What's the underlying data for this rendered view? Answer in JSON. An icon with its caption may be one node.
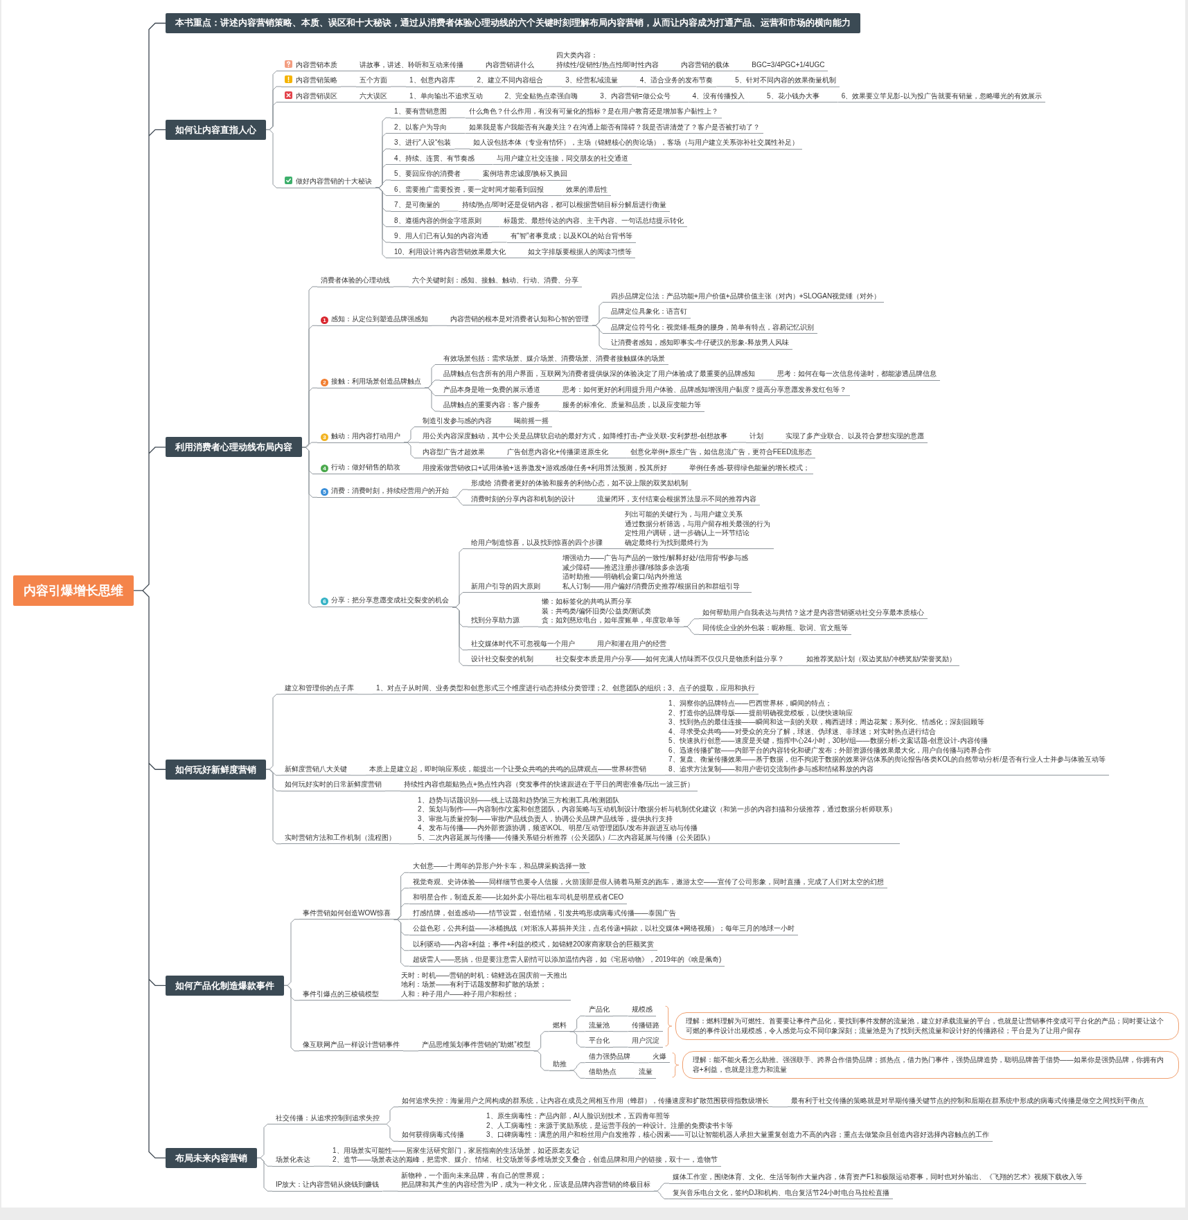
{
  "diagram": {
    "nodes": [
      {
        "text": [
          "内容引爆增长思维"
        ]
      },
      {
        "text": [
          "本书重点：讲述内容营销策略、本质、误区和十大秘诀，通过从消费者体验心理动线的六个关键时刻理解布局内容营销，从而让内容成为打通产品、运营和市场的横向能力"
        ]
      },
      {
        "text": [
          "如何让内容直指人心"
        ]
      },
      {
        "text": [
          "内容营销本质"
        ]
      },
      {
        "text": [
          "讲故事，讲述、聆听和互动来传播"
        ]
      },
      {
        "text": [
          "内容营销讲什么"
        ]
      },
      {
        "text": [
          "四大类内容：",
          "持续性/促销性/热点性/即时性内容"
        ]
      },
      {
        "text": [
          "内容营销的载体"
        ]
      },
      {
        "text": [
          "BGC=3/4PGC+1/4UGC"
        ]
      },
      {
        "text": [
          "内容营销策略"
        ]
      },
      {
        "text": [
          "五个方面"
        ]
      },
      {
        "text": [
          "1、创意内容库"
        ]
      },
      {
        "text": [
          "2、建立不同内容组合"
        ]
      },
      {
        "text": [
          "3、经营私域流量"
        ]
      },
      {
        "text": [
          "4、适合业务的发布节奏"
        ]
      },
      {
        "text": [
          "5、针对不同内容的效果衡量机制"
        ]
      },
      {
        "text": [
          "内容营销误区"
        ]
      },
      {
        "text": [
          "六大误区"
        ]
      },
      {
        "text": [
          "1、单向输出不追求互动"
        ]
      },
      {
        "text": [
          "2、完全贴热点牵强自嗨"
        ]
      },
      {
        "text": [
          "3、内容营销=做公众号"
        ]
      },
      {
        "text": [
          "4、没有传播投入"
        ]
      },
      {
        "text": [
          "5、花小钱办大事"
        ]
      },
      {
        "text": [
          "6、效果要立竿见影-以为投广告就要有销量，忽略曝光的有效展示"
        ]
      },
      {
        "text": [
          "做好内容营销的十大秘诀"
        ]
      },
      {
        "text": [
          "1、要有营销意图"
        ]
      },
      {
        "text": [
          "什么角色？什么作用，有没有可量化的指标？是在用户教育还是增加客户黏性上？"
        ]
      },
      {
        "text": [
          "2、以客户为导向"
        ]
      },
      {
        "text": [
          "如果我是客户我能否有兴趣关注？在沟通上能否有障碍？我是否讲清楚了？客户是否被打动了？"
        ]
      },
      {
        "text": [
          "3、进行“人设“包装"
        ]
      },
      {
        "text": [
          "如人设包括本体（专业有情怀），主场（锦鲤核心的舆论场），客场（与用户建立关系弥补社交属性补足）"
        ]
      },
      {
        "text": [
          "4、持续、连贯、有节奏感"
        ]
      },
      {
        "text": [
          "与用户建立社交连接，同交朋友的社交通道"
        ]
      },
      {
        "text": [
          "5、要回应你的消费者"
        ]
      },
      {
        "text": [
          "案例培养忠诚度/换标又换回"
        ]
      },
      {
        "text": [
          "6、需要推广需要投资，要一定时间才能看到回报"
        ]
      },
      {
        "text": [
          "效果的滞后性"
        ]
      },
      {
        "text": [
          "7、是可衡量的"
        ]
      },
      {
        "text": [
          "持续/热点/即时还是促销内容，都可以根据营销目标分解后进行衡量"
        ]
      },
      {
        "text": [
          "8、遵循内容的倒金字塔原则"
        ]
      },
      {
        "text": [
          "标题党、最想传达的内容、主干内容、一句话总结提示转化"
        ]
      },
      {
        "text": [
          "9、用人们已有认知的内容沟通"
        ]
      },
      {
        "text": [
          "有“智”者事竟成；以及KOL的站台背书等"
        ]
      },
      {
        "text": [
          "10、利用设计将内容营销效果最大化"
        ]
      },
      {
        "text": [
          "如文字排版要根据人的阅读习惯等"
        ]
      },
      {
        "text": [
          "利用消费者心理动线布局内容"
        ]
      },
      {
        "text": [
          "消费者体验的心理动线"
        ]
      },
      {
        "text": [
          "六个关键时刻：感知、接触、触动、行动、消费、分享"
        ]
      },
      {
        "text": [
          "1",
          "感知：从定位到塑造品牌强感知"
        ]
      },
      {
        "text": [
          "内容营销的根本是对消费者认知和心智的管理"
        ]
      },
      {
        "text": [
          "四步品牌定位法：产品功能+用户价值+品牌价值主张（对内）+SLOGAN视觉锤（对外）"
        ]
      },
      {
        "text": [
          "品牌定位具象化：语言钉"
        ]
      },
      {
        "text": [
          "品牌定位符号化：视觉锤-瓶身的腰身，简单有特点，容易记忆识别"
        ]
      },
      {
        "text": [
          "让消费者感知，感知即事实-牛仔硬汉的形象-释放男人风味"
        ]
      },
      {
        "text": [
          "2",
          "接触：利用场景创造品牌触点"
        ]
      },
      {
        "text": [
          "有效场景包括：需求场景、媒介场景、消费场景、消费者接触媒体的场景"
        ]
      },
      {
        "text": [
          "品牌触点包含所有的用户界面，互联网为消费者提供纵深的体验决定了用户体验成了最重要的品牌感知"
        ]
      },
      {
        "text": [
          "思考：如何在每一次信息传递时，都能渗透品牌信息"
        ]
      },
      {
        "text": [
          "产品本身是唯一免费的展示通道"
        ]
      },
      {
        "text": [
          "思考：如何更好的利用提升用户体验、品牌感知增强用户黏度？提高分享意愿发券发红包等？"
        ]
      },
      {
        "text": [
          "品牌触点的重要内容：客户服务"
        ]
      },
      {
        "text": [
          "服务的标准化、质量和品质，以及应变能力等"
        ]
      },
      {
        "text": [
          "3",
          "触动：用内容打动用户"
        ]
      },
      {
        "text": [
          "制造引发参与感的内容"
        ]
      },
      {
        "text": [
          "喝前摇一摇"
        ]
      },
      {
        "text": [
          "用公关内容深度触动，其中公关是品牌软启动的最好方式，如降维打击-产业关联-安利梦想-创想故事"
        ]
      },
      {
        "text": [
          "计划"
        ]
      },
      {
        "text": [
          "实现了多产业联合、以及符合梦想实现的意愿"
        ]
      },
      {
        "text": [
          "内容型广告才超效果"
        ]
      },
      {
        "text": [
          "广告创意内容化+传播渠道原生化"
        ]
      },
      {
        "text": [
          "创意化举例+原生广告，如信息流广告，更符合FEED流形态"
        ]
      },
      {
        "text": [
          "4",
          "行动：做好销售的助攻"
        ]
      },
      {
        "text": [
          "用搜索做营销收口+试用体验+送券激发+游戏感做任务+利用算法预测，投其所好"
        ]
      },
      {
        "text": [
          "举例任务感-获得绿色能量的增长模式；"
        ]
      },
      {
        "text": [
          "5",
          "消费：消费时刻，持续经营用户的开始"
        ]
      },
      {
        "text": [
          "形成给 消费者更好的体验和服务的利他心态，如不设上限的双奖励机制"
        ]
      },
      {
        "text": [
          "消费时刻的分享内容和机制的设计"
        ]
      },
      {
        "text": [
          "流量闭环，支付结束会根据算法显示不同的推荐内容"
        ]
      },
      {
        "text": [
          "6",
          "分享：把分享意愿变成社交裂变的机会"
        ]
      },
      {
        "text": [
          "给用户制造惊喜，以及找到惊喜的四个步骤"
        ]
      },
      {
        "text": [
          "列出可能的关键行为，与用户建立关系",
          "通过数据分析筛选，与用户留存相关最强的行为",
          "定性用户调研，进一步确认上一环节结论",
          "确定最终行为找到最终行为"
        ]
      },
      {
        "text": [
          "新用户引导的四大原则"
        ]
      },
      {
        "text": [
          "增强动力——广告与产品的一致性/解释好处/信用背书/参与感",
          "减少障碍——推迟注册步骤/移除多余选项",
          "适时助推——明确机会窗口/站内外推送",
          "私人订制——用户偏好/消费历史推荐/根据目的和群组引导"
        ]
      },
      {
        "text": [
          "找到分享助力源"
        ]
      },
      {
        "text": [
          "懒：如标签化的共鸣从而分享",
          "装：共鸣类/偏怀旧类/公益类/测试类",
          "贪：如刘慈欣电台，如年度账单，年度歌单等"
        ]
      },
      {
        "text": [
          "如何帮助用户自我表达与共情？这才是内容营销驱动社交分享最本质核心"
        ]
      },
      {
        "text": [
          "同传统企业的外包装：昵称瓶、歌词、官文瓶等"
        ]
      },
      {
        "text": [
          "社交媒体时代不可忽视每一个用户"
        ]
      },
      {
        "text": [
          "用户和潜在用户的经营"
        ]
      },
      {
        "text": [
          "设计社交裂变的机制"
        ]
      },
      {
        "text": [
          "社交裂变本质是用户分享——如何充满人情味而不仅仅只是物质利益分享？"
        ]
      },
      {
        "text": [
          "如推荐奖励计划（双边奖励/冲榜奖励/荣誉奖励）"
        ]
      },
      {
        "text": [
          "如何玩好新鲜度营销"
        ]
      },
      {
        "text": [
          "建立和管理你的点子库"
        ]
      },
      {
        "text": [
          "1、对点子从时间、业务类型和创意形式三个维度进行动态持续分类管理；2、创意团队的组织；3、点子的提取，应用和执行"
        ]
      },
      {
        "text": [
          "新鲜度营销八大关键"
        ]
      },
      {
        "text": [
          "本质上是建立起，即时响应系统，能提出一个让受众共鸣的共鸣的品牌观点——世界杯营销"
        ]
      },
      {
        "text": [
          "1、洞察你的品牌特点——巴西世界杯，瞬间的特点；",
          "2、打造你的品牌母版——提前明确视觉模板，以便快速响应",
          "3、找到热点的最佳连接——瞬间和这一刻的关联，梅西进球；周边花絮；系列化、情感化；深刻回顾等",
          "4、寻求受众共鸣——对受众的充分了解，球迷、伪球迷、非球迷；对实时热点进行结合",
          "5、快速执行创意——速度是关键，指挥中心24小时，30秒/组——数据分析-文案话题-创意设计-内容传播",
          "6、迅速传播扩散——内部平台的内容转化和硬广发布；外部资源传播效果最大化，用户自传播与跨界合作",
          "7、复盘、衡量传播效果——基于数据，但不拘泥于数据的效果评估体系的舆论报告/各类KOL的自然带动分析/是否有行业人士并参与体验互动等",
          "8、追求方法复制——和用户密切交流制作参与感和情绪释放的内容"
        ]
      },
      {
        "text": [
          "如何玩好实时的日常新鲜度营销"
        ]
      },
      {
        "text": [
          "持续性内容也能贴热点+热点性内容（突发事件的快速跟进在于平日的周密准备/玩出一波三折）"
        ]
      },
      {
        "text": [
          "实时营销方法和工作机制（流程图）"
        ]
      },
      {
        "text": [
          "1、趋势与话题识别——线上话题和趋势/第三方检测工具/检测团队",
          "2、策划与制作——内容制作/文案和创意团队，内容策略与互动机制设计/数据分析与机制优化建议（和第一步的内容扫描和分级推荐，通过数据分析师联系）",
          "3、审批与质量控制——审批/产品线负责人，协调公关品牌产品线等，提供执行支持",
          "4、发布与传播——内外部资源协调，频道\\KOL、明星/互动管理团队/发布并跟进互动与传播",
          "5、二次内容延展与传播——传播关系链分析推荐（公关团队）/二次内容延展与传播（公关团队）"
        ]
      },
      {
        "text": [
          "如何产品化制造爆款事件"
        ]
      },
      {
        "text": [
          "事件营销如何创造WOW惊喜"
        ]
      },
      {
        "text": [
          "大创意——十周年的异形户外卡车，和品牌采购选择一致"
        ]
      },
      {
        "text": [
          "视觉奇观、史诗体验——同样细节也要令人信服，火箭顶部是假人骑着马斯克的跑车，遨游太空——宣传了公司形象，同时直播，完成了人们对太空的幻想"
        ]
      },
      {
        "text": [
          "和明星合作，制造反差——比如外卖小哥/出租车司机是明星或者CEO"
        ]
      },
      {
        "text": [
          "打感情牌，创造感动——情节设置，创造情绪，引发共鸣形成病毒式传播——泰国广告"
        ]
      },
      {
        "text": [
          "公益色彩，公共利益——冰桶挑战（对渐冻人募捐并关注，点名传递+捐款，以社交媒体+网络视频）；每年三月的地球一小时"
        ]
      },
      {
        "text": [
          "以利驱动——内容+利益；事件+利益的模式，如锦鲤200家商家联合的巨额奖赏"
        ]
      },
      {
        "text": [
          "超级雷人——恶搞，但是要注意雷人剧情可以添加温情内容，如《宅居动物》，2019年的《啥是佩奇)"
        ]
      },
      {
        "text": [
          "事件引爆点的三棱镜模型"
        ]
      },
      {
        "text": [
          "天时：时机——营销的时机：锦鲤选在国庆前一天推出",
          "地利：场景——有利于话题发酵和扩散的场景；",
          "人和：种子用户——种子用户和粉丝；"
        ]
      },
      {
        "text": [
          "像互联网产品一样设计营销事件"
        ]
      },
      {
        "text": [
          "产品思维策划事件营销的“助燃”模型"
        ]
      },
      {
        "text": [
          "燃料"
        ]
      },
      {
        "text": [
          "产品化"
        ]
      },
      {
        "text": [
          "规模感"
        ]
      },
      {
        "text": [
          "流量池"
        ]
      },
      {
        "text": [
          "传播链路"
        ]
      },
      {
        "text": [
          "平台化"
        ]
      },
      {
        "text": [
          "用户沉淀"
        ]
      },
      {
        "text": [
          "理解：燃料理解为可燃性。首要要让事件产品化，要找到事件发酵的流量池，建立好承载流量的平台，也就是让营销事件变成可平台化的产品；同时要让这个可燃的事件设计出规模感，令人感觉与众不同印象深刻；流量池是为了找到天然流量和设计好的传播路径；平台是为了让用户留存"
        ]
      },
      {
        "text": [
          "助推"
        ]
      },
      {
        "text": [
          "借力强势品牌"
        ]
      },
      {
        "text": [
          "火爆"
        ]
      },
      {
        "text": [
          "借助热点"
        ]
      },
      {
        "text": [
          "流量"
        ]
      },
      {
        "text": [
          "理解：能不能火看怎么助推。强强联手、跨界合作借势品牌；抓热点，借力热门事件，强势品牌造势，聪明品牌善于借势——如果你是强势品牌，你拥有内容+利益，也就是注意力和流量"
        ]
      },
      {
        "text": [
          "布局未来内容营销"
        ]
      },
      {
        "text": [
          "社交传播：从追求控制到追求失控"
        ]
      },
      {
        "text": [
          "如何追求失控：海量用户之间构成的群系统，让内容在成员之间相互作用（蜂群），传播速度和扩散范围获得指数级增长"
        ]
      },
      {
        "text": [
          "最有利于社交传播的策略就是对早期传播关键节点的控制和后期在群系统中形成的病毒式传播是做空之间找到平衡点"
        ]
      },
      {
        "text": [
          "如何获得病毒式传播"
        ]
      },
      {
        "text": [
          "1、原生病毒性：产品内部，AI人脸识别技术，五四青年照等",
          "2、人工病毒性：来源于奖励系统，是运营手段的一种设计。注册的免费读书卡等",
          "3、口碑病毒性：满意的用户和粉丝用户自发推荐，核心因素——可以让智能机器人承担大量重复创造力不高的内容；重点去做繁杂且创造内容好选择内容触点的工作"
        ]
      },
      {
        "text": [
          "场景化表达"
        ]
      },
      {
        "text": [
          "1、用场景实可能性——居家生活研究部门，家居指南的生活场景，如还原老友记",
          "2、造节——场景表达的巅峰，把需求、媒介、情绪、社交场景等多维场景交叉叠合，创造品牌和用户的链接，双十一，造物节"
        ]
      },
      {
        "text": [
          "IP放大：让内容营销从烧钱到赚钱"
        ]
      },
      {
        "text": [
          "新物种，一个面向未来品牌，有自己的世界观；",
          "把品牌和其产生的内容经营为IP，成为一种文化，应该是品牌内容营销的终极目标"
        ]
      },
      {
        "text": [
          "媒体工作室，围绕体育、文化、生活等制作大量内容，体育资产F1和极限运动赛事，同时也对外输出、《飞翔的艺术》视频下载收入等"
        ]
      },
      {
        "text": [
          "复兴音乐电台文化，签约DJ和机构、电台复活节24小时电台马拉松直播"
        ]
      }
    ],
    "edges": [
      {
        "from": 0,
        "to": 1,
        "arrow": "none",
        "color": "#3c4650"
      },
      {
        "from": 0,
        "to": 2,
        "arrow": "none",
        "color": "#3c4650"
      },
      {
        "from": 2,
        "to": 3,
        "arrow": "none"
      },
      {
        "from": 3,
        "to": 4,
        "arrow": "none"
      },
      {
        "from": 4,
        "to": 5,
        "arrow": "none"
      },
      {
        "from": 5,
        "to": 6,
        "arrow": "none"
      },
      {
        "from": 6,
        "to": 7,
        "arrow": "none"
      },
      {
        "from": 7,
        "to": 8,
        "arrow": "none"
      },
      {
        "from": 2,
        "to": 9,
        "arrow": "none"
      },
      {
        "from": 9,
        "to": 10,
        "arrow": "none"
      },
      {
        "from": 10,
        "to": 11,
        "arrow": "none"
      },
      {
        "from": 11,
        "to": 12,
        "arrow": "none"
      },
      {
        "from": 12,
        "to": 13,
        "arrow": "none"
      },
      {
        "from": 13,
        "to": 14,
        "arrow": "none"
      },
      {
        "from": 14,
        "to": 15,
        "arrow": "none"
      },
      {
        "from": 2,
        "to": 16,
        "arrow": "none"
      },
      {
        "from": 16,
        "to": 17,
        "arrow": "none"
      },
      {
        "from": 17,
        "to": 18,
        "arrow": "none"
      },
      {
        "from": 18,
        "to": 19,
        "arrow": "none"
      },
      {
        "from": 19,
        "to": 20,
        "arrow": "none"
      },
      {
        "from": 20,
        "to": 21,
        "arrow": "none"
      },
      {
        "from": 21,
        "to": 22,
        "arrow": "none"
      },
      {
        "from": 22,
        "to": 23,
        "arrow": "none"
      },
      {
        "from": 2,
        "to": 24,
        "arrow": "none"
      },
      {
        "from": 24,
        "to": 25,
        "arrow": "none"
      },
      {
        "from": 25,
        "to": 26,
        "arrow": "none"
      },
      {
        "from": 24,
        "to": 27,
        "arrow": "none"
      },
      {
        "from": 27,
        "to": 28,
        "arrow": "none"
      },
      {
        "from": 24,
        "to": 29,
        "arrow": "none"
      },
      {
        "from": 29,
        "to": 30,
        "arrow": "none"
      },
      {
        "from": 24,
        "to": 31,
        "arrow": "none"
      },
      {
        "from": 31,
        "to": 32,
        "arrow": "none"
      },
      {
        "from": 24,
        "to": 33,
        "arrow": "none"
      },
      {
        "from": 33,
        "to": 34,
        "arrow": "none"
      },
      {
        "from": 24,
        "to": 35,
        "arrow": "none"
      },
      {
        "from": 35,
        "to": 36,
        "arrow": "none"
      },
      {
        "from": 24,
        "to": 37,
        "arrow": "none"
      },
      {
        "from": 37,
        "to": 38,
        "arrow": "none"
      },
      {
        "from": 24,
        "to": 39,
        "arrow": "none"
      },
      {
        "from": 39,
        "to": 40,
        "arrow": "none"
      },
      {
        "from": 24,
        "to": 41,
        "arrow": "none"
      },
      {
        "from": 41,
        "to": 42,
        "arrow": "none"
      },
      {
        "from": 24,
        "to": 43,
        "arrow": "none"
      },
      {
        "from": 43,
        "to": 44,
        "arrow": "none"
      },
      {
        "from": 0,
        "to": 45,
        "arrow": "none",
        "color": "#3c4650"
      },
      {
        "from": 45,
        "to": 46,
        "arrow": "none"
      },
      {
        "from": 46,
        "to": 47,
        "arrow": "none"
      },
      {
        "from": 45,
        "to": 48,
        "arrow": "none"
      },
      {
        "from": 48,
        "to": 49,
        "arrow": "none"
      },
      {
        "from": 49,
        "to": 50,
        "arrow": "none"
      },
      {
        "from": 49,
        "to": 51,
        "arrow": "none"
      },
      {
        "from": 49,
        "to": 52,
        "arrow": "none"
      },
      {
        "from": 49,
        "to": 53,
        "arrow": "none"
      },
      {
        "from": 45,
        "to": 54,
        "arrow": "none"
      },
      {
        "from": 54,
        "to": 55,
        "arrow": "none"
      },
      {
        "from": 54,
        "to": 56,
        "arrow": "none"
      },
      {
        "from": 56,
        "to": 57,
        "arrow": "none"
      },
      {
        "from": 54,
        "to": 58,
        "arrow": "none"
      },
      {
        "from": 58,
        "to": 59,
        "arrow": "none"
      },
      {
        "from": 54,
        "to": 60,
        "arrow": "none"
      },
      {
        "from": 60,
        "to": 61,
        "arrow": "none"
      },
      {
        "from": 45,
        "to": 62,
        "arrow": "none"
      },
      {
        "from": 62,
        "to": 63,
        "arrow": "none"
      },
      {
        "from": 63,
        "to": 64,
        "arrow": "none"
      },
      {
        "from": 62,
        "to": 65,
        "arrow": "none"
      },
      {
        "from": 65,
        "to": 66,
        "arrow": "none"
      },
      {
        "from": 66,
        "to": 67,
        "arrow": "none"
      },
      {
        "from": 62,
        "to": 68,
        "arrow": "none"
      },
      {
        "from": 68,
        "to": 69,
        "arrow": "none"
      },
      {
        "from": 69,
        "to": 70,
        "arrow": "none"
      },
      {
        "from": 45,
        "to": 71,
        "arrow": "none"
      },
      {
        "from": 71,
        "to": 72,
        "arrow": "none"
      },
      {
        "from": 72,
        "to": 73,
        "arrow": "none"
      },
      {
        "from": 45,
        "to": 74,
        "arrow": "none"
      },
      {
        "from": 74,
        "to": 75,
        "arrow": "none"
      },
      {
        "from": 74,
        "to": 76,
        "arrow": "none"
      },
      {
        "from": 76,
        "to": 77,
        "arrow": "none"
      },
      {
        "from": 45,
        "to": 78,
        "arrow": "none"
      },
      {
        "from": 78,
        "to": 79,
        "arrow": "none"
      },
      {
        "from": 79,
        "to": 80,
        "arrow": "none"
      },
      {
        "from": 78,
        "to": 81,
        "arrow": "none"
      },
      {
        "from": 81,
        "to": 82,
        "arrow": "none"
      },
      {
        "from": 78,
        "to": 83,
        "arrow": "none"
      },
      {
        "from": 83,
        "to": 84,
        "arrow": "none"
      },
      {
        "from": 84,
        "to": 85,
        "arrow": "none"
      },
      {
        "from": 84,
        "to": 86,
        "arrow": "none"
      },
      {
        "from": 78,
        "to": 87,
        "arrow": "none"
      },
      {
        "from": 87,
        "to": 88,
        "arrow": "none"
      },
      {
        "from": 78,
        "to": 89,
        "arrow": "none"
      },
      {
        "from": 89,
        "to": 90,
        "arrow": "none"
      },
      {
        "from": 90,
        "to": 91,
        "arrow": "none"
      },
      {
        "from": 0,
        "to": 92,
        "arrow": "none",
        "color": "#3c4650"
      },
      {
        "from": 92,
        "to": 93,
        "arrow": "none"
      },
      {
        "from": 93,
        "to": 94,
        "arrow": "none"
      },
      {
        "from": 92,
        "to": 95,
        "arrow": "none"
      },
      {
        "from": 95,
        "to": 96,
        "arrow": "none"
      },
      {
        "from": 96,
        "to": 97,
        "arrow": "none"
      },
      {
        "from": 92,
        "to": 98,
        "arrow": "none"
      },
      {
        "from": 98,
        "to": 99,
        "arrow": "none"
      },
      {
        "from": 92,
        "to": 100,
        "arrow": "none"
      },
      {
        "from": 100,
        "to": 101,
        "arrow": "none"
      },
      {
        "from": 0,
        "to": 102,
        "arrow": "none",
        "color": "#3c4650"
      },
      {
        "from": 102,
        "to": 103,
        "arrow": "none"
      },
      {
        "from": 103,
        "to": 104,
        "arrow": "none"
      },
      {
        "from": 103,
        "to": 105,
        "arrow": "none"
      },
      {
        "from": 103,
        "to": 106,
        "arrow": "none"
      },
      {
        "from": 103,
        "to": 107,
        "arrow": "none"
      },
      {
        "from": 103,
        "to": 108,
        "arrow": "none"
      },
      {
        "from": 103,
        "to": 109,
        "arrow": "none"
      },
      {
        "from": 103,
        "to": 110,
        "arrow": "none"
      },
      {
        "from": 102,
        "to": 111,
        "arrow": "none"
      },
      {
        "from": 111,
        "to": 112,
        "arrow": "none"
      },
      {
        "from": 102,
        "to": 113,
        "arrow": "none"
      },
      {
        "from": 113,
        "to": 114,
        "arrow": "none"
      },
      {
        "from": 114,
        "to": 115,
        "arrow": "none"
      },
      {
        "from": 115,
        "to": 116,
        "arrow": "none"
      },
      {
        "from": 116,
        "to": 117,
        "arrow": "none"
      },
      {
        "from": 115,
        "to": 118,
        "arrow": "none"
      },
      {
        "from": 118,
        "to": 119,
        "arrow": "none"
      },
      {
        "from": 115,
        "to": 120,
        "arrow": "none"
      },
      {
        "from": 120,
        "to": 121,
        "arrow": "none"
      },
      {
        "from": 114,
        "to": 123,
        "arrow": "none"
      },
      {
        "from": 123,
        "to": 124,
        "arrow": "none"
      },
      {
        "from": 124,
        "to": 125,
        "arrow": "none"
      },
      {
        "from": 123,
        "to": 126,
        "arrow": "none"
      },
      {
        "from": 126,
        "to": 127,
        "arrow": "none"
      },
      {
        "from": 0,
        "to": 129,
        "arrow": "none",
        "color": "#3c4650"
      },
      {
        "from": 129,
        "to": 130,
        "arrow": "none"
      },
      {
        "from": 130,
        "to": 131,
        "arrow": "none"
      },
      {
        "from": 131,
        "to": 132,
        "arrow": "none"
      },
      {
        "from": 130,
        "to": 133,
        "arrow": "none"
      },
      {
        "from": 133,
        "to": 134,
        "arrow": "none"
      },
      {
        "from": 129,
        "to": 135,
        "arrow": "none"
      },
      {
        "from": 135,
        "to": 136,
        "arrow": "none"
      },
      {
        "from": 129,
        "to": 137,
        "arrow": "none"
      },
      {
        "from": 137,
        "to": 138,
        "arrow": "none"
      },
      {
        "from": 138,
        "to": 139,
        "arrow": "none"
      },
      {
        "from": 138,
        "to": 140,
        "arrow": "none"
      }
    ]
  }
}
